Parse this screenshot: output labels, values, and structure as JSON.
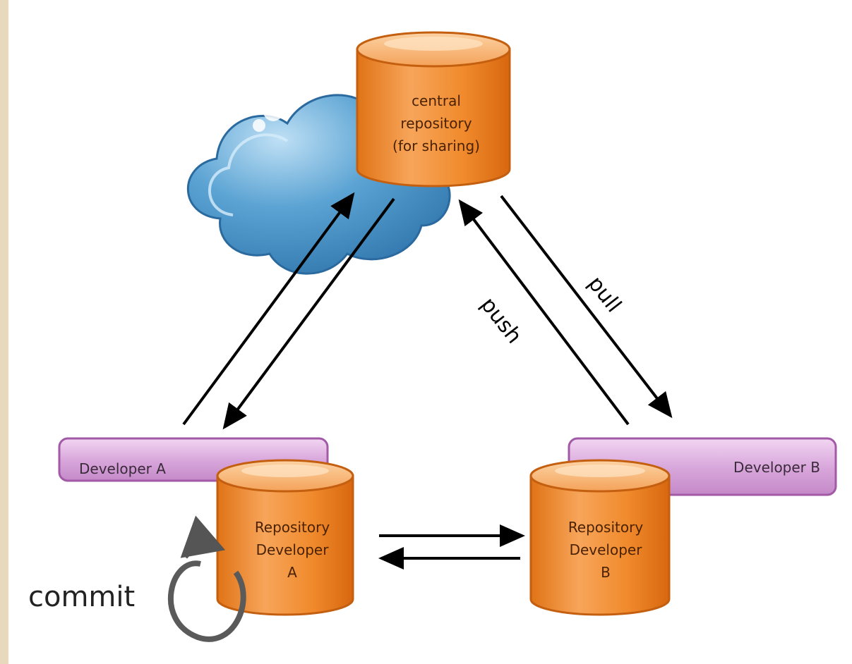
{
  "central_repo": {
    "line1": "central",
    "line2": "repository",
    "line3": "(for sharing)"
  },
  "developer_a": {
    "bar_label": "Developer A",
    "repo_line1": "Repository",
    "repo_line2": "Developer",
    "repo_line3": "A"
  },
  "developer_b": {
    "bar_label": "Developer B",
    "repo_line1": "Repository",
    "repo_line2": "Developer",
    "repo_line3": "B"
  },
  "labels": {
    "pull": "pull",
    "push": "push",
    "commit": "commit"
  },
  "colors": {
    "cylinder_body": "#f08a2c",
    "cylinder_top": "#f7b06a",
    "cylinder_outline": "#c45f10",
    "developer_bar": "#d9a8dc",
    "developer_bar_outline": "#a25aa6",
    "cloud": "#4f95c9",
    "arrow": "#000000",
    "commit_arrow": "#555555",
    "frame": "#e8d9bd"
  }
}
